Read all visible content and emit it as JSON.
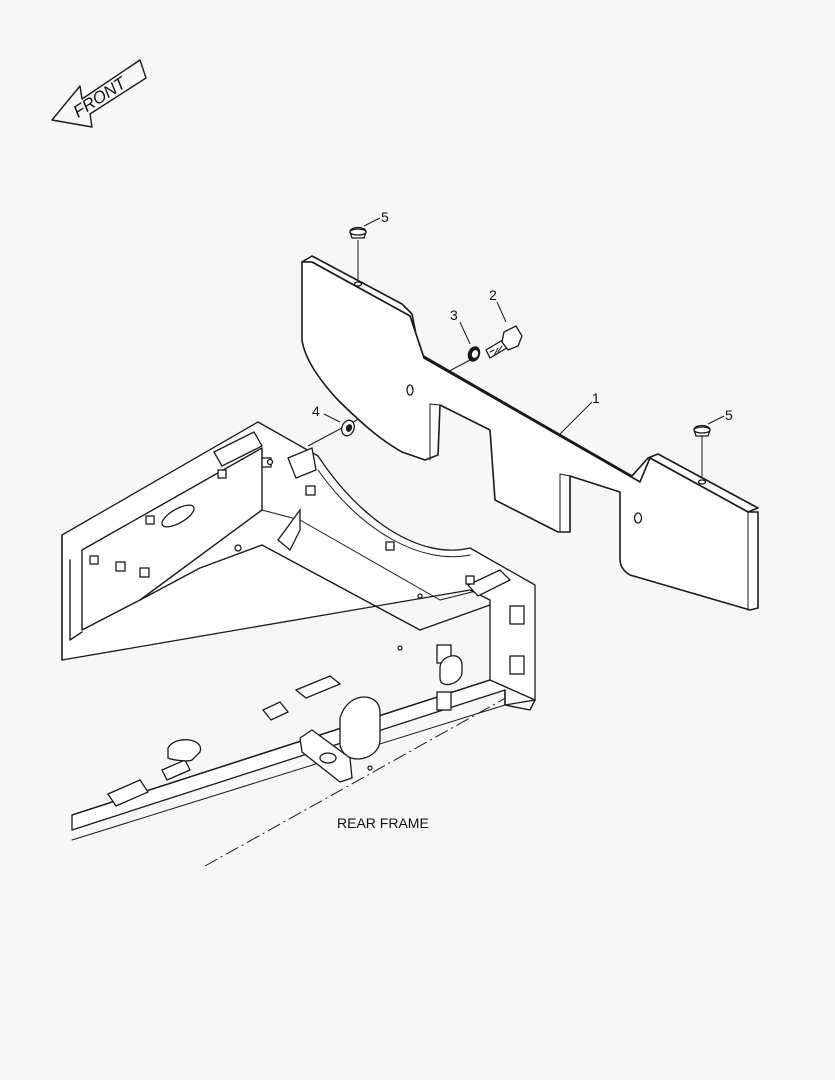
{
  "front_label": "FRONT",
  "caption": "REAR FRAME",
  "callouts": {
    "plate": "1",
    "bolt": "2",
    "washer_outer": "3",
    "washer_inner": "4",
    "cap_left": "5",
    "cap_right": "5"
  }
}
